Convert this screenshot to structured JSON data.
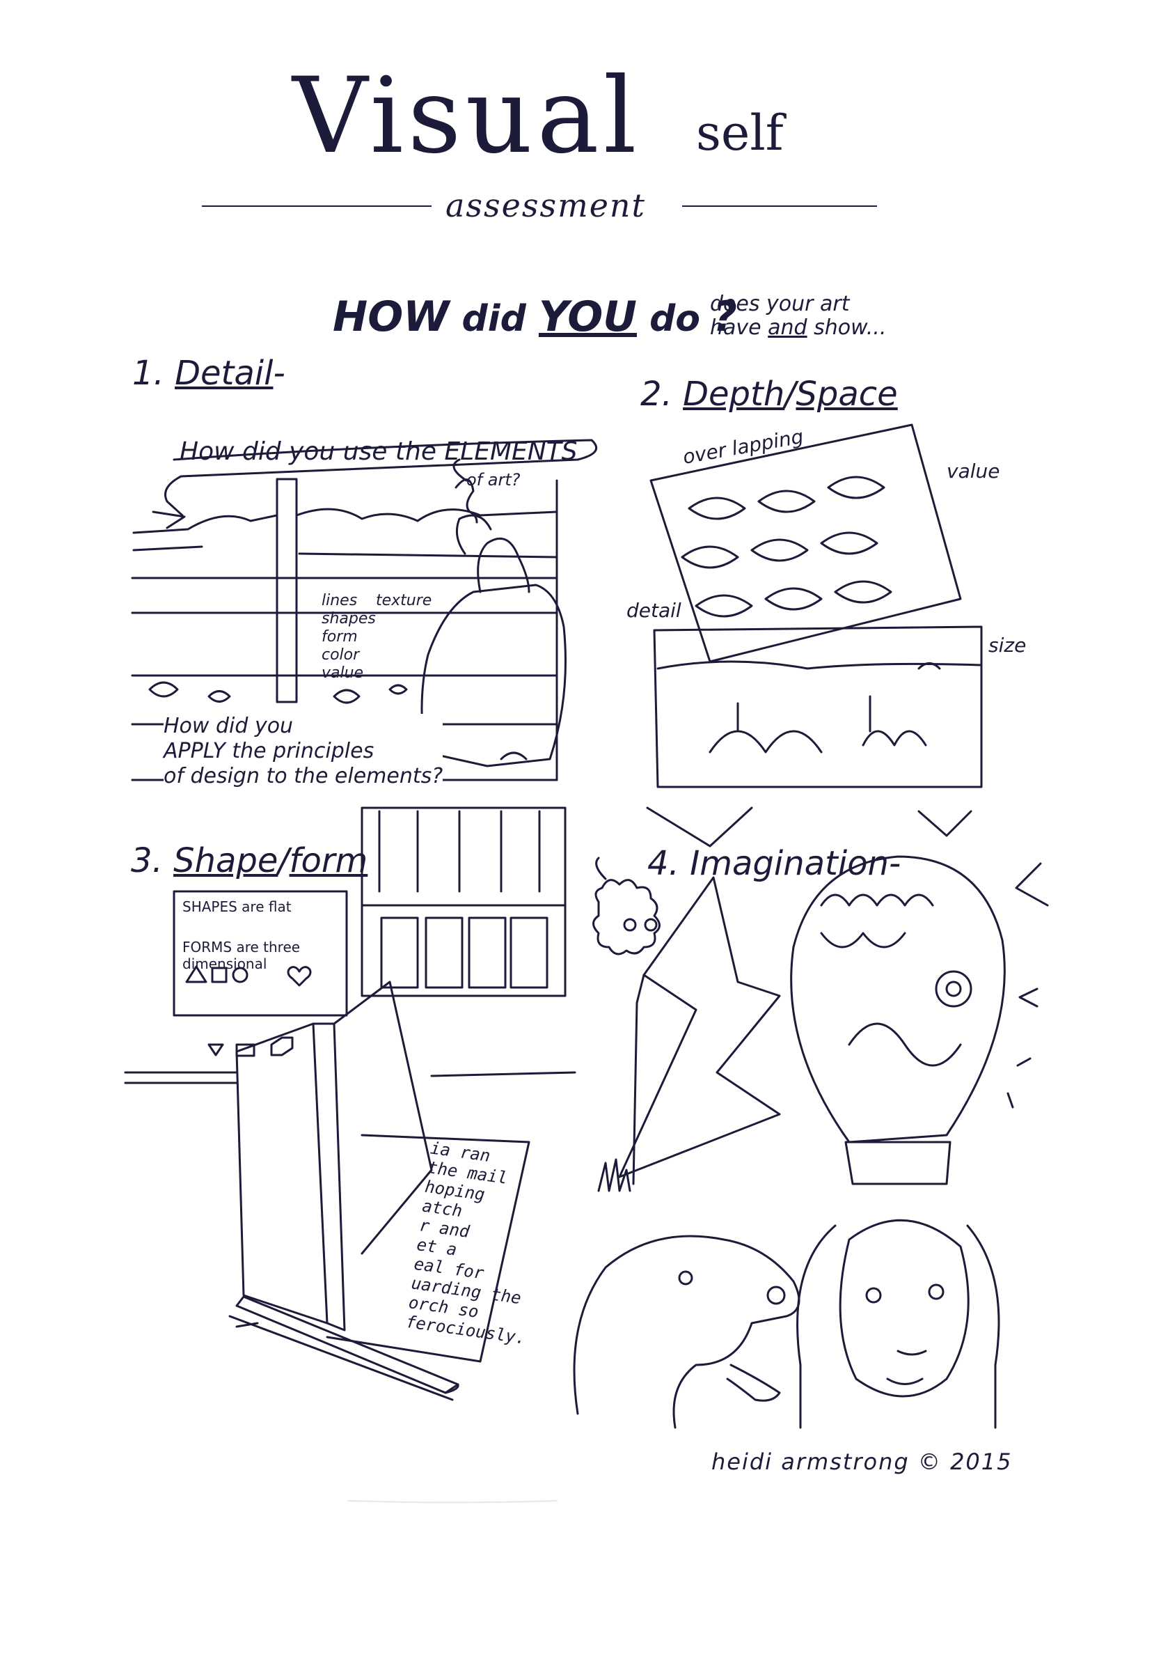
{
  "title": {
    "main": "Visual",
    "word2": "self",
    "sub": "assessment"
  },
  "prompt": {
    "how": "HOW",
    "did": "did",
    "you": "YOU",
    "do": "do",
    "q": "?",
    "side_line1": "does your art",
    "side_line2_a": "have",
    "side_line2_b": "and",
    "side_line2_c": "show..."
  },
  "sections": {
    "detail": {
      "number": "1.",
      "label": "Detail",
      "dash": "-"
    },
    "depth": {
      "number": "2.",
      "label_a": "Depth",
      "slash": "/",
      "label_b": "Space"
    },
    "shape": {
      "number": "3.",
      "label_a": "Shape",
      "slash": "/",
      "label_b": "form"
    },
    "imagination": {
      "number": "4.",
      "label": "Imagination",
      "dash": "-"
    }
  },
  "panel1": {
    "question": "How did you use the ELEMENTS",
    "question_end": "of art?",
    "elements_col1": [
      "lines",
      "shapes",
      "form",
      "color",
      "value"
    ],
    "elements_col2": "texture",
    "apply_line1": "How did you",
    "apply_line2": "APPLY the principles",
    "apply_line3": "of design to the elements?"
  },
  "panel2": {
    "overlapping": "over lapping",
    "value": "value",
    "detail": "detail",
    "size": "size"
  },
  "panel3": {
    "shapes_heading": "SHAPES are flat",
    "forms_heading": "FORMS are three",
    "forms_heading2": "dimensional",
    "book_text": [
      "ia ran",
      "the mail",
      "hoping",
      "atch",
      "r and",
      "et a",
      "eal for",
      "uarding the",
      "orch so",
      "ferociously."
    ]
  },
  "credit": "heidi armstrong © 2015"
}
